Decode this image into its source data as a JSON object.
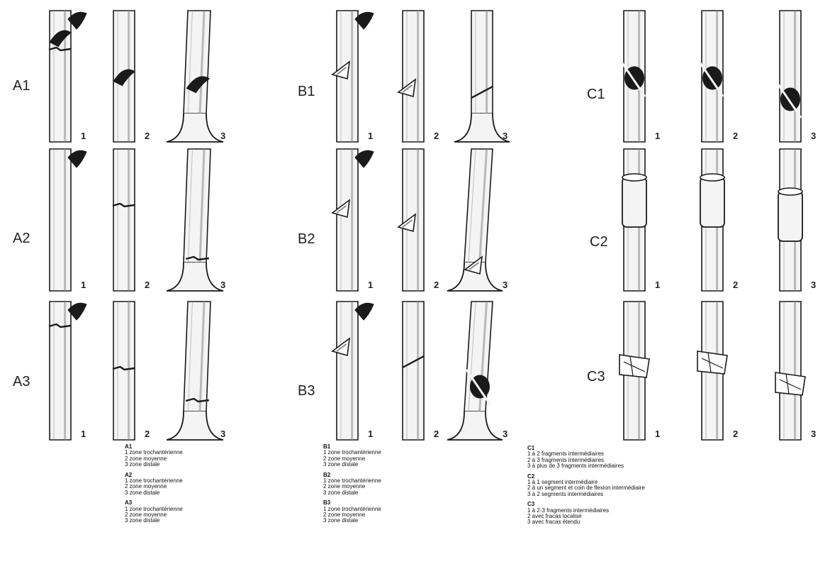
{
  "groups": [
    {
      "id": "A",
      "rows": [
        {
          "label": "A1",
          "nums": [
            "1",
            "2",
            "3"
          ]
        },
        {
          "label": "A2",
          "nums": [
            "1",
            "2",
            "3"
          ]
        },
        {
          "label": "A3",
          "nums": [
            "1",
            "2",
            "3"
          ]
        }
      ],
      "legend": [
        {
          "title": "A1",
          "items": [
            "1 zone trochantérienne",
            "2 zone moyenne",
            "3 zone distale"
          ]
        },
        {
          "title": "A2",
          "items": [
            "1 zone trochantérienne",
            "2 zone moyenne",
            "3 zone distale"
          ]
        },
        {
          "title": "A3",
          "items": [
            "1 zone trochantérienne",
            "2 zone moyenne",
            "3 zone distale"
          ]
        }
      ]
    },
    {
      "id": "B",
      "rows": [
        {
          "label": "B1",
          "nums": [
            "1",
            "2",
            "3"
          ]
        },
        {
          "label": "B2",
          "nums": [
            "1",
            "2",
            "3"
          ]
        },
        {
          "label": "B3",
          "nums": [
            "1",
            "2",
            "3"
          ]
        }
      ],
      "legend": [
        {
          "title": "B1",
          "items": [
            "1 zone trochantérienne",
            "2 zone moyenne",
            "3 zone distale"
          ]
        },
        {
          "title": "B2",
          "items": [
            "1 zone trochantérienne",
            "2 zone moyenne",
            "3 zone distale"
          ]
        },
        {
          "title": "B3",
          "items": [
            "1 zone trochantérienne",
            "2 zone moyenne",
            "3 zone distale"
          ]
        }
      ]
    },
    {
      "id": "C",
      "rows": [
        {
          "label": "C1",
          "nums": [
            "1",
            "2",
            "3"
          ]
        },
        {
          "label": "C2",
          "nums": [
            "1",
            "2",
            "3"
          ]
        },
        {
          "label": "C3",
          "nums": [
            "1",
            "2",
            "3"
          ]
        }
      ],
      "legend": [
        {
          "title": "C1",
          "items": [
            "1 à 2 fragments intermédiaires",
            "2 à 3 fragments intermédiaires",
            "3 à plus de 3 fragments intermédiaires"
          ]
        },
        {
          "title": "C2",
          "items": [
            "1 à 1 segment intermédiaire",
            "2 à un segment et coin de flexion intermédiaire",
            "3 à 2 segments intermédiaires"
          ]
        },
        {
          "title": "C3",
          "items": [
            "1 à 2-3 fragments intermédiaires",
            "2 avec fracas localisé",
            "3 avec fracas étendu"
          ]
        }
      ]
    }
  ],
  "colors": {
    "ink": "#1a1a1a",
    "shade": "#8a8a8a",
    "fill": "#f4f4f4"
  }
}
